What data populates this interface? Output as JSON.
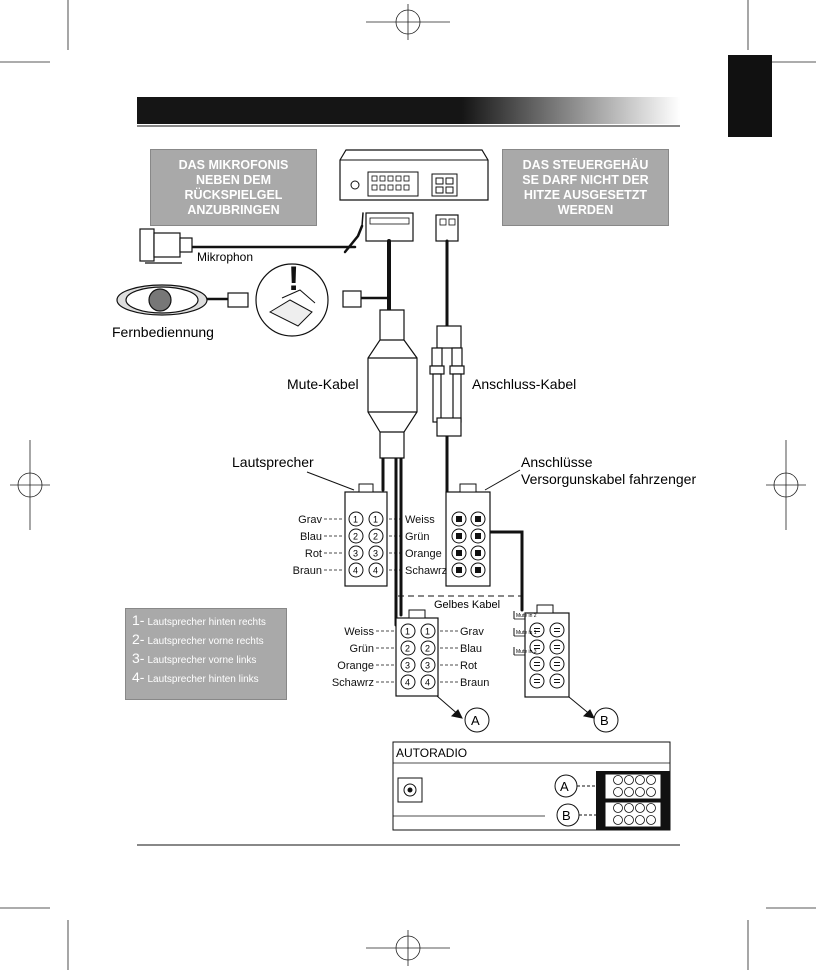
{
  "notes": {
    "left": [
      "DAS MIKROFONIS",
      "NEBEN DEM",
      "RÜCKSPIELGEL",
      "ANZUBRINGEN"
    ],
    "right": [
      "DAS STEUERGEHÄU",
      "SE DARF NICHT DER",
      "HITZE AUSGESETZT",
      "WERDEN"
    ]
  },
  "labels": {
    "microphone": "Mikrophon",
    "remote": "Fernbediennung",
    "mute_cable": "Mute-Kabel",
    "connect_cable": "Anschluss-Kabel",
    "speakers": "Lautsprecher",
    "connections_1": "Anschlüsse",
    "connections_2": "Versorgunskabel fahrzenger",
    "yellow_cable": "Gelbes Kabel",
    "radio": "AUTORADIO",
    "warning": "!",
    "a": "A",
    "b": "B"
  },
  "speaker_connector": {
    "left": [
      "Grav",
      "Blau",
      "Rot",
      "Braun"
    ],
    "right": [
      "Weiss",
      "Grün",
      "Orange",
      "Schawrz"
    ],
    "pins": [
      "1",
      "2",
      "3",
      "4"
    ]
  },
  "a_connector": {
    "left": [
      "Weiss",
      "Grün",
      "Orange",
      "Schawrz"
    ],
    "right": [
      "Grav",
      "Blau",
      "Rot",
      "Braun"
    ],
    "pins": [
      "1",
      "2",
      "3",
      "4"
    ]
  },
  "mute_labels": [
    "Mute in 2",
    "Mute in 1",
    "Mute in 3"
  ],
  "legend": [
    {
      "num": "1-",
      "text": "Lautsprecher hinten rechts"
    },
    {
      "num": "2-",
      "text": "Lautsprecher vorne rechts"
    },
    {
      "num": "3-",
      "text": "Lautsprecher vorne links"
    },
    {
      "num": "4-",
      "text": "Lautsprecher hinten links"
    }
  ],
  "colors": {
    "header_dark": "#111111",
    "note_box": "#a9a9a9",
    "cable": "#111111",
    "connector_fill": "#ffffff"
  }
}
